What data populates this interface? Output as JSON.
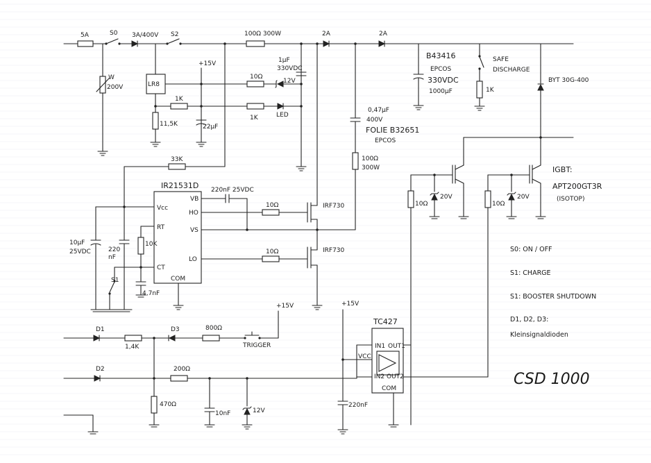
{
  "components": {
    "fuse": "5A",
    "s0": "S0",
    "diode_in": "3A/400V",
    "s2": "S2",
    "varistor": "200V",
    "r_charge": "100Ω 300W",
    "d_2a_1": "2A",
    "d_2a_2": "2A",
    "c_main_part": "B43416",
    "c_main_maker": "EPCOS",
    "c_main_voltage": "330VDC",
    "c_main_cap": "1000µF",
    "safe_discharge_1": "SAFE",
    "safe_discharge_2": "DISCHARGE",
    "r_discharge": "1K",
    "d_byt": "BYT 30G-400",
    "reg": "LR8",
    "plus15_top": "+15V",
    "r_10_top": "10Ω",
    "c_1uf_1": "1µF",
    "c_1uf_2": "330VDC",
    "z_12v_top": "12V",
    "r_1k_a": "1K",
    "r_1k_b": "1K",
    "led": "LED",
    "r_11k5": "11,5K",
    "c_22uf": "22µF",
    "c_047_1": "0,47µF",
    "c_047_2": "400V",
    "c_047_3": "FOLIE B32651",
    "c_047_4": "EPCOS",
    "r_100_300w_1": "100Ω",
    "r_100_300w_2": "300W",
    "r_33k": "33K",
    "ic": "IR21531D",
    "pin_vcc": "Vcc",
    "pin_vb": "VB",
    "pin_ho": "HO",
    "pin_rt": "RT",
    "pin_vs": "VS",
    "pin_ct": "CT",
    "pin_lo": "LO",
    "pin_com": "COM",
    "c_220nf_25": "220nF 25VDC",
    "r_10_ho": "10Ω",
    "r_10_lo": "10Ω",
    "irf_1": "IRF730",
    "irf_2": "IRF730",
    "c_10uf_1": "10µF",
    "c_10uf_2": "25VDC",
    "c_220_1": "220",
    "c_220_2": "nF",
    "r_10k": "10K",
    "c_47nf": "4,7nF",
    "s1": "S1",
    "igbt_1": "IGBT:",
    "igbt_2": "APT200GT3R",
    "igbt_3": "(ISOTOP)",
    "r_10_g1": "10Ω",
    "z_20v_1": "20V",
    "r_10_g2": "10Ω",
    "z_20v_2": "20V",
    "legend_s0": "S0:  ON / OFF",
    "legend_s1": "S1:  CHARGE",
    "legend_s2": "S1:  BOOSTER SHUTDOWN",
    "legend_d": "D1, D2, D3:",
    "legend_d2": "Kleinsignaldioden",
    "title": "CSD 1000",
    "d1": "D1",
    "r_14k": "1,4K",
    "d3": "D3",
    "r_800": "800Ω",
    "plus15_trig": "+15V",
    "trigger": "TRIGGER",
    "d2": "D2",
    "r_200": "200Ω",
    "r_470": "470Ω",
    "c_10nf": "10nF",
    "z_12v_bot": "12V",
    "plus15_tc": "+15V",
    "tc": "TC427",
    "tc_in1": "IN1",
    "tc_out1": "OUT1",
    "tc_vcc": "VCC",
    "tc_in2": "IN2",
    "tc_out2": "OUT2",
    "tc_com": "COM",
    "c_220nf_b": "220nF"
  }
}
